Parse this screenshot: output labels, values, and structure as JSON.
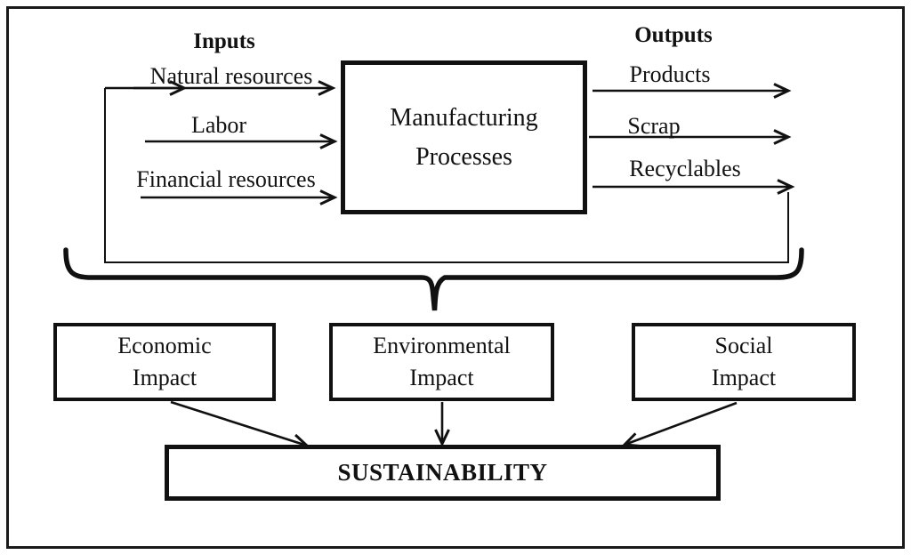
{
  "diagram": {
    "inputs_heading": "Inputs",
    "outputs_heading": "Outputs",
    "inputs": [
      "Natural resources",
      "Labor",
      "Financial resources"
    ],
    "outputs": [
      "Products",
      "Scrap",
      "Recyclables"
    ],
    "process_box": {
      "lines": [
        "Manufacturing",
        "Processes"
      ]
    },
    "impact_boxes": [
      {
        "lines": [
          "Economic",
          "Impact"
        ]
      },
      {
        "lines": [
          "Environmental",
          "Impact"
        ]
      },
      {
        "lines": [
          "Social",
          "Impact"
        ]
      }
    ],
    "sustainability_label": "SUSTAINABILITY",
    "colors": {
      "ink": "#111111",
      "background": "#ffffff"
    }
  }
}
